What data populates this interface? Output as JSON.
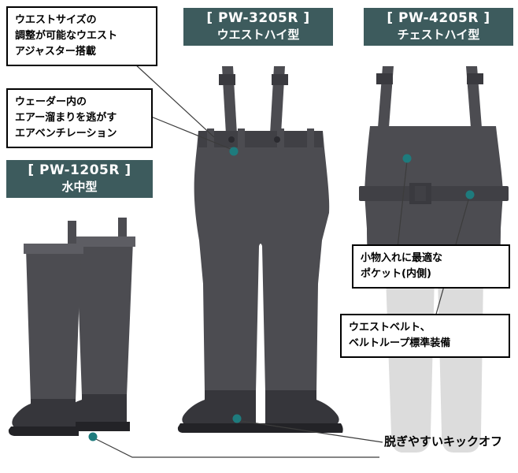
{
  "page": {
    "background": "#ffffff"
  },
  "colors": {
    "label_bg": "#3d5b5d",
    "wader_fill": "#4c4c51",
    "boot_fill": "#36363b",
    "sole_fill": "#232327",
    "buckle_fill": "#3a3a3f",
    "belt_fill": "#404045",
    "cuff_fill": "#5d5d63",
    "ghost_fill": "#dcdcdc",
    "dot_fill": "#1e7b7d",
    "line_color": "#3c3c3c"
  },
  "models": {
    "pw1205": {
      "code": "[ PW-1205R ]",
      "type": "水中型"
    },
    "pw3205": {
      "code": "[ PW-3205R ]",
      "type": "ウエストハイ型"
    },
    "pw4205": {
      "code": "[ PW-4205R ]",
      "type": "チェストハイ型"
    }
  },
  "callouts": {
    "adjuster": {
      "lines": [
        "ウエストサイズの",
        "調整が可能なウエスト",
        "アジャスター搭載"
      ]
    },
    "ventilation": {
      "lines": [
        "ウェーダー内の",
        "エアー溜まりを逃がす",
        "エアベンチレーション"
      ]
    },
    "pocket": {
      "lines": [
        "小物入れに最適な",
        "ポケット(内側)"
      ]
    },
    "waist_belt": {
      "lines": [
        "ウエストベルト、",
        "ベルトループ標準装備"
      ]
    },
    "kickoff": {
      "text": "脱ぎやすいキックオフ"
    }
  }
}
